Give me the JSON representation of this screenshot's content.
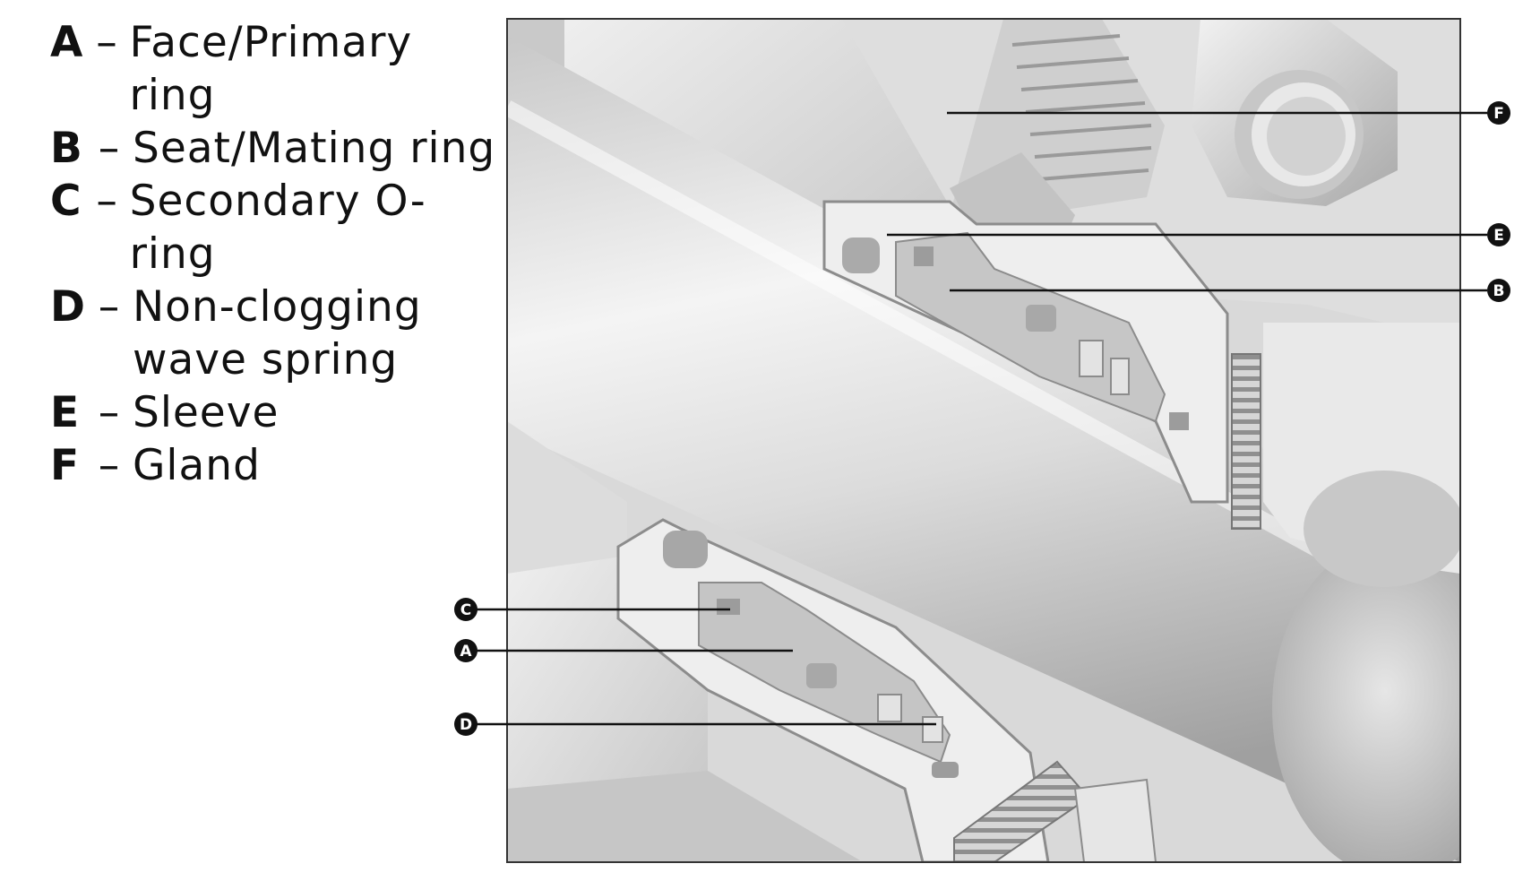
{
  "legend": [
    {
      "letter": "A",
      "dash": "–",
      "text": "Face/Primary ring"
    },
    {
      "letter": "B",
      "dash": "–",
      "text": "Seat/Mating ring"
    },
    {
      "letter": "C",
      "dash": "–",
      "text": "Secondary O-ring"
    },
    {
      "letter": "D",
      "dash": "–",
      "text": "Non-clogging\nwave spring"
    },
    {
      "letter": "E",
      "dash": "–",
      "text": "Sleeve"
    },
    {
      "letter": "F",
      "dash": "–",
      "text": "Gland"
    }
  ],
  "callouts": {
    "A": "A",
    "B": "B",
    "C": "C",
    "D": "D",
    "E": "E",
    "F": "F"
  },
  "colors": {
    "ink": "#111111",
    "metal_light": "#e8e8e8",
    "metal_mid": "#bdbdbd",
    "metal_dark": "#8a8a8a",
    "frame": "#333333"
  }
}
